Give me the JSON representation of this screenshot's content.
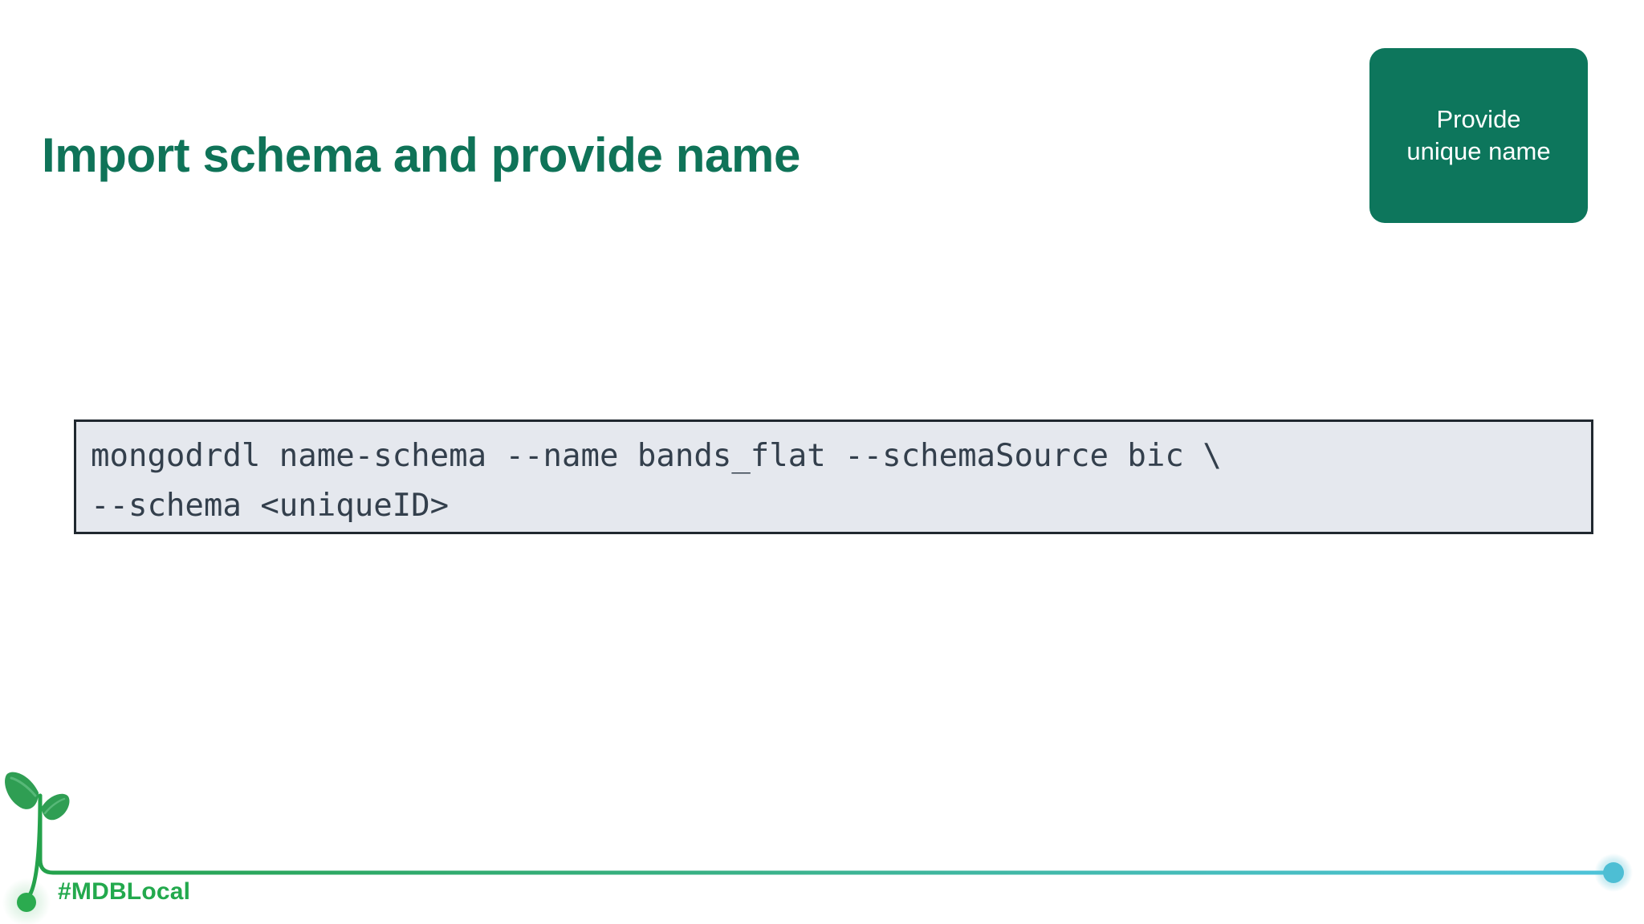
{
  "slide": {
    "title": "Import schema and provide name",
    "background_color": "#ffffff",
    "title_color": "#0f7358"
  },
  "callout": {
    "text": "Provide\nunique name",
    "line1": "Provide",
    "line2": "unique name",
    "background_color": "#0d765c",
    "text_color": "#ffffff"
  },
  "code_block": {
    "language": "shell",
    "line1": "mongodrdl name-schema --name bands_flat --schemaSource bic \\",
    "line2": "--schema <uniqueID>",
    "full_text": "mongodrdl name-schema --name bands_flat --schemaSource bic \\\n--schema <uniqueID>",
    "background_color": "#e5e8ee",
    "border_color": "#20282f",
    "text_color": "#333f4c"
  },
  "footer": {
    "hashtag": "#MDBLocal",
    "hashtag_color": "#23a94d",
    "sprout_icon": "sprout-icon",
    "line_start_color": "#24a24b",
    "line_end_color": "#4fc3d9",
    "left_dot_color": "#2bab4f",
    "right_dot_color": "#4dbed4"
  }
}
